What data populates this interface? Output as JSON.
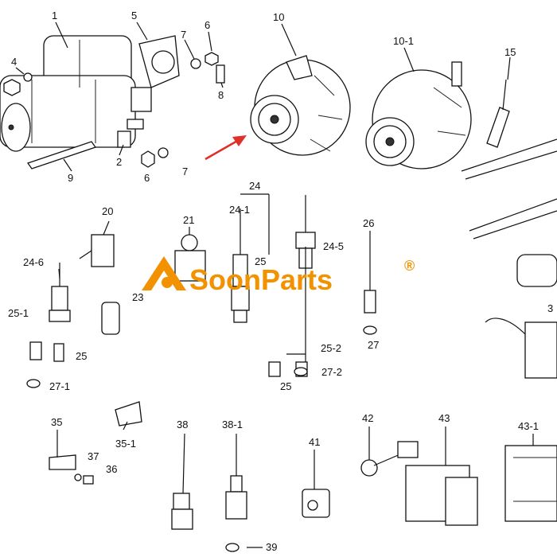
{
  "diagram": {
    "labels": [
      {
        "id": "1",
        "text": "1"
      },
      {
        "id": "2",
        "text": "2"
      },
      {
        "id": "4",
        "text": "4"
      },
      {
        "id": "5",
        "text": "5"
      },
      {
        "id": "6a",
        "text": "6"
      },
      {
        "id": "6b",
        "text": "6"
      },
      {
        "id": "7a",
        "text": "7"
      },
      {
        "id": "7b",
        "text": "7"
      },
      {
        "id": "8",
        "text": "8"
      },
      {
        "id": "9",
        "text": "9"
      },
      {
        "id": "10",
        "text": "10"
      },
      {
        "id": "10-1",
        "text": "10-1"
      },
      {
        "id": "15",
        "text": "15"
      },
      {
        "id": "20",
        "text": "20"
      },
      {
        "id": "21",
        "text": "21"
      },
      {
        "id": "23",
        "text": "23"
      },
      {
        "id": "24",
        "text": "24"
      },
      {
        "id": "24-1",
        "text": "24-1"
      },
      {
        "id": "24-5",
        "text": "24-5"
      },
      {
        "id": "24-6",
        "text": "24-6"
      },
      {
        "id": "25a",
        "text": "25"
      },
      {
        "id": "25b",
        "text": "25"
      },
      {
        "id": "25c",
        "text": "25"
      },
      {
        "id": "25-1",
        "text": "25-1"
      },
      {
        "id": "25-2",
        "text": "25-2"
      },
      {
        "id": "26",
        "text": "26"
      },
      {
        "id": "27",
        "text": "27"
      },
      {
        "id": "27-1",
        "text": "27-1"
      },
      {
        "id": "27-2",
        "text": "27-2"
      },
      {
        "id": "3x",
        "text": "3"
      },
      {
        "id": "35",
        "text": "35"
      },
      {
        "id": "35-1",
        "text": "35-1"
      },
      {
        "id": "36",
        "text": "36"
      },
      {
        "id": "37",
        "text": "37"
      },
      {
        "id": "38",
        "text": "38"
      },
      {
        "id": "38-1",
        "text": "38-1"
      },
      {
        "id": "39",
        "text": "39"
      },
      {
        "id": "41",
        "text": "41"
      },
      {
        "id": "42",
        "text": "42"
      },
      {
        "id": "43",
        "text": "43"
      },
      {
        "id": "43-1",
        "text": "43-1"
      }
    ]
  },
  "watermark": {
    "brand": "SoonParts",
    "registered": "®",
    "color": "#f39200"
  },
  "arrow_color": "#e0302a"
}
